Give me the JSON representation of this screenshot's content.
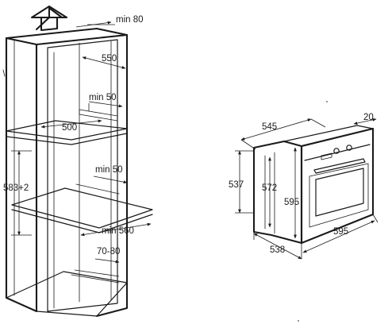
{
  "cabinet_labels": {
    "min80": "min 80",
    "d550": "550",
    "min50_top": "min 50",
    "d500": "500",
    "d583": "583+2",
    "min50_mid": "min 50",
    "min560": "min 560",
    "d7080": "70-80"
  },
  "oven_labels": {
    "d545": "545",
    "d20": "20",
    "d537": "537",
    "d572": "572",
    "d595_v": "595",
    "d595_h": "595",
    "d538": "538"
  }
}
